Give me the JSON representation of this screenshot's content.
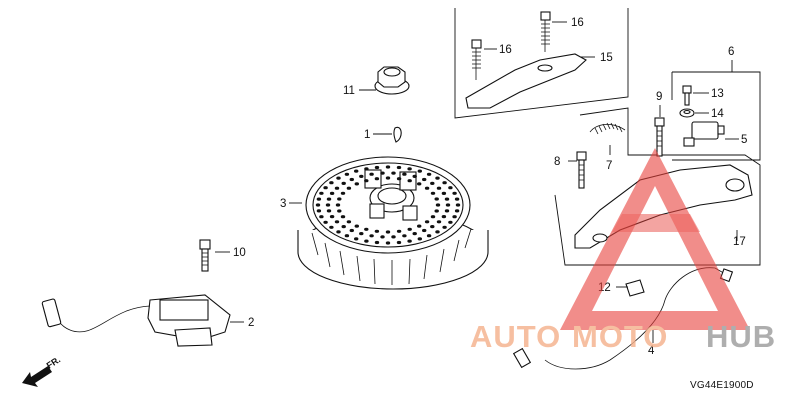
{
  "diagram": {
    "code": "VG44E1900D",
    "direction_label": "FR.",
    "callouts": [
      {
        "id": "c1",
        "label": "1"
      },
      {
        "id": "c2",
        "label": "2"
      },
      {
        "id": "c3",
        "label": "3"
      },
      {
        "id": "c4",
        "label": "4"
      },
      {
        "id": "c5",
        "label": "5"
      },
      {
        "id": "c6",
        "label": "6"
      },
      {
        "id": "c7",
        "label": "7"
      },
      {
        "id": "c8",
        "label": "8"
      },
      {
        "id": "c9",
        "label": "9"
      },
      {
        "id": "c10",
        "label": "10"
      },
      {
        "id": "c11",
        "label": "11"
      },
      {
        "id": "c12",
        "label": "12"
      },
      {
        "id": "c13",
        "label": "13"
      },
      {
        "id": "c14",
        "label": "14"
      },
      {
        "id": "c15",
        "label": "15"
      },
      {
        "id": "c16a",
        "label": "16"
      },
      {
        "id": "c16b",
        "label": "16"
      },
      {
        "id": "c17",
        "label": "17"
      }
    ]
  },
  "watermark": {
    "text_auto": "AUTO",
    "text_moto": "MOTO",
    "text_hub": "HUB",
    "colors": {
      "orange": "#f5b08a",
      "gray": "#9a9a9a",
      "red": "#e8423c"
    }
  }
}
